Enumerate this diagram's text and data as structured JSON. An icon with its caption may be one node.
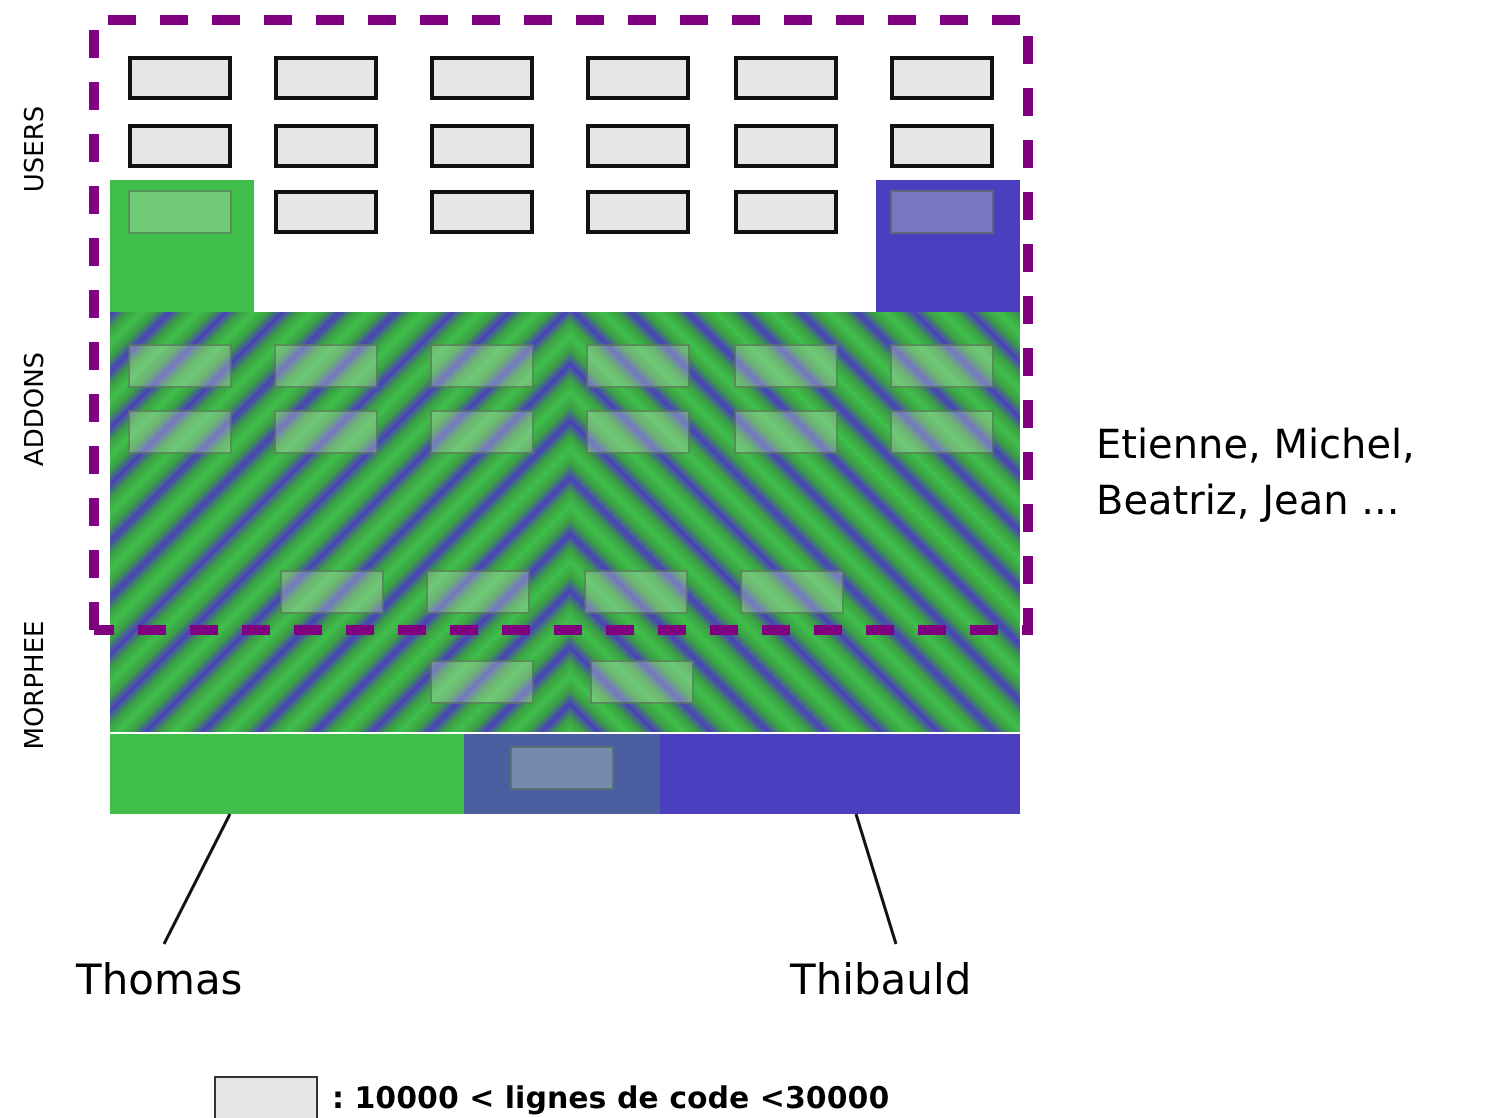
{
  "diagram": {
    "nodes": [
      {
        "text": [
          "Thomas"
        ]
      },
      {
        "text": [
          "Thibauld"
        ]
      },
      {
        "text": [],
        "shape": "bar"
      },
      {
        "text": [],
        "shape": "bar"
      }
    ],
    "edges": [
      {
        "from": 0,
        "to": 2,
        "arrow": "none"
      },
      {
        "from": 1,
        "to": 3,
        "arrow": "none"
      }
    ],
    "labels": [
      "USERS",
      "ADDONS",
      "MORPHEE",
      "Etienne, Michel, Beatriz, Jean ..."
    ],
    "legend": [
      {
        "text": ": 10000 < lignes de code <30000",
        "color": "#e6e6e6"
      }
    ]
  }
}
